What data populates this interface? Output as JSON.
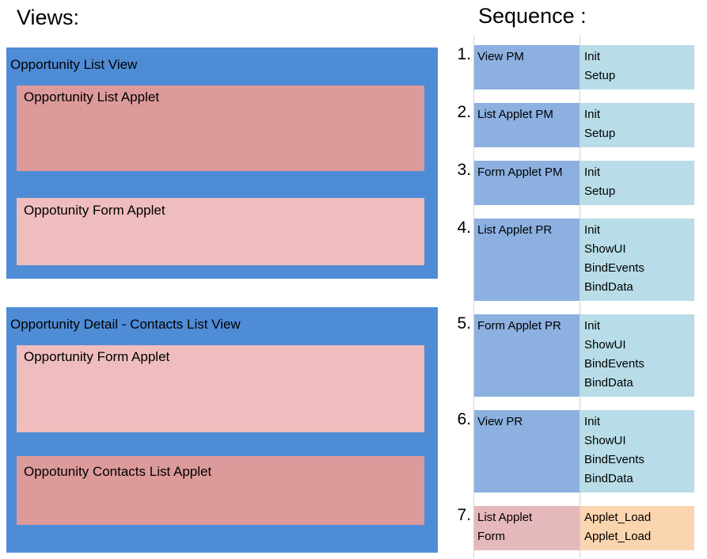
{
  "views": {
    "heading": "Views:",
    "boxes": [
      {
        "title": "Opportunity List View",
        "applets": [
          {
            "label": "Opportunity List Applet",
            "shade": "dark"
          },
          {
            "label": "Oppotunity Form Applet",
            "shade": "light"
          }
        ]
      },
      {
        "title": "Opportunity Detail - Contacts List View",
        "applets": [
          {
            "label": "Opportunity Form Applet",
            "shade": "light"
          },
          {
            "label": "Oppotunity Contacts List Applet",
            "shade": "dark"
          }
        ]
      }
    ]
  },
  "sequence": {
    "heading": "Sequence :",
    "rows": [
      {
        "num": "1.",
        "object": [
          "View PM"
        ],
        "methods": [
          "Init",
          "Setup"
        ],
        "theme": "pm"
      },
      {
        "num": "2.",
        "object": [
          "List Applet PM"
        ],
        "methods": [
          "Init",
          "Setup"
        ],
        "theme": "pm"
      },
      {
        "num": "3.",
        "object": [
          "Form Applet PM"
        ],
        "methods": [
          "Init",
          "Setup"
        ],
        "theme": "pm"
      },
      {
        "num": "4.",
        "object": [
          "List Applet PR"
        ],
        "methods": [
          "Init",
          "ShowUI",
          "BindEvents",
          "BindData"
        ],
        "theme": "pr"
      },
      {
        "num": "5.",
        "object": [
          "Form Applet PR"
        ],
        "methods": [
          "Init",
          "ShowUI",
          "BindEvents",
          "BindData"
        ],
        "theme": "pr"
      },
      {
        "num": "6.",
        "object": [
          "View PR"
        ],
        "methods": [
          "Init",
          "ShowUI",
          "BindEvents",
          "BindData"
        ],
        "theme": "pr"
      },
      {
        "num": "7.",
        "object": [
          "List Applet",
          "Form"
        ],
        "methods": [
          "Applet_Load",
          "Applet_Load"
        ],
        "theme": "load"
      }
    ]
  },
  "colors": {
    "view_container": "#4F8CD6",
    "applet_dark": "#DD9A9A",
    "applet_light": "#EFBDBD",
    "seq_object": "#8CB0E0",
    "seq_method": "#B8DDE8",
    "seq_load_object": "#E5B8BC",
    "seq_load_method": "#FBD5B0",
    "gridline": "#D4D4D4",
    "background": "#FFFFFF"
  }
}
